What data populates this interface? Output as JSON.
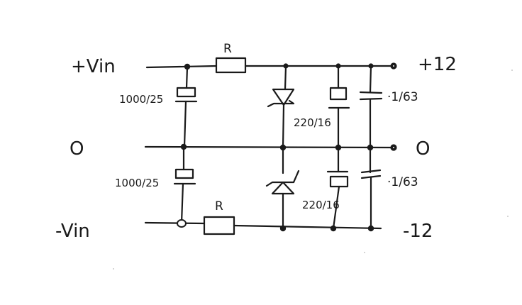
{
  "terminals": {
    "pos_in": "+Vin",
    "gnd_in": "O",
    "neg_in": "-Vin",
    "pos_out": "+12",
    "gnd_out": "O",
    "neg_out": "-12"
  },
  "components": {
    "r_top": "R",
    "r_bottom": "R",
    "c_in_top": "1000/25",
    "c_in_bottom": "1000/25",
    "c_out_top": "220/16",
    "c_out_bottom": "220/16",
    "c_dec_top": "·1/63",
    "c_dec_bottom": "·1/63"
  }
}
